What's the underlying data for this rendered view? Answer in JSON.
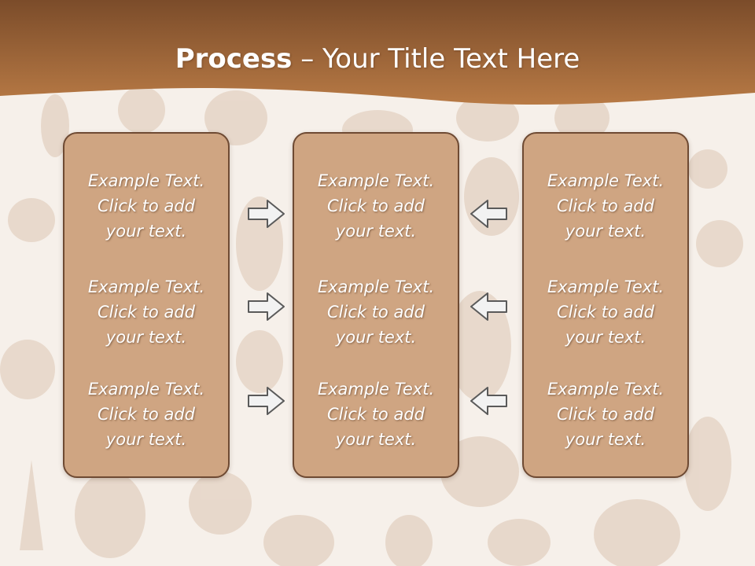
{
  "slide": {
    "title_bold": "Process",
    "title_rest": " – Your Title Text Here"
  },
  "colors": {
    "header_dark": "#7b4c2a",
    "header_light": "#b87a45",
    "panel_fill": "#cfa582",
    "panel_border": "#6e4a33",
    "arrow_fill": "#f2f2f2",
    "arrow_stroke": "#5a5a5a"
  },
  "columns": [
    {
      "items": [
        {
          "text": "Example Text.\nClick  to add\nyour text."
        },
        {
          "text": "Example Text.\nClick  to add\nyour text."
        },
        {
          "text": "Example Text.\nClick  to add\nyour text."
        }
      ]
    },
    {
      "items": [
        {
          "text": "Example Text.\nClick  to add\nyour text."
        },
        {
          "text": "Example Text.\nClick  to add\nyour text."
        },
        {
          "text": "Example Text.\nClick  to add\nyour text."
        }
      ]
    },
    {
      "items": [
        {
          "text": "Example Text.\nClick  to add\nyour text."
        },
        {
          "text": "Example Text.\nClick  to add\nyour text."
        },
        {
          "text": "Example Text.\nClick  to add\nyour text."
        }
      ]
    }
  ],
  "arrows": [
    {
      "icon": "arrow-right-icon"
    },
    {
      "icon": "arrow-right-icon"
    },
    {
      "icon": "arrow-right-icon"
    },
    {
      "icon": "arrow-left-icon"
    },
    {
      "icon": "arrow-left-icon"
    },
    {
      "icon": "arrow-left-icon"
    }
  ]
}
